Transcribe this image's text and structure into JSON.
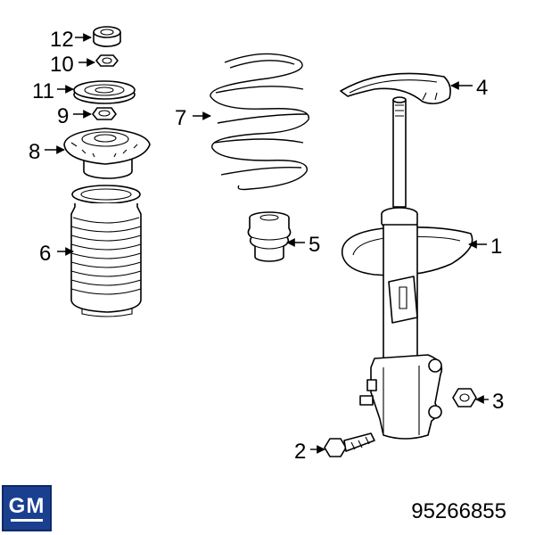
{
  "callouts": {
    "c1": "1",
    "c2": "2",
    "c3": "3",
    "c4": "4",
    "c5": "5",
    "c6": "6",
    "c7": "7",
    "c8": "8",
    "c9": "9",
    "c10": "10",
    "c11": "11",
    "c12": "12"
  },
  "logo": {
    "text": "GM",
    "color": "#1a3f8f"
  },
  "part_number": "95266855"
}
